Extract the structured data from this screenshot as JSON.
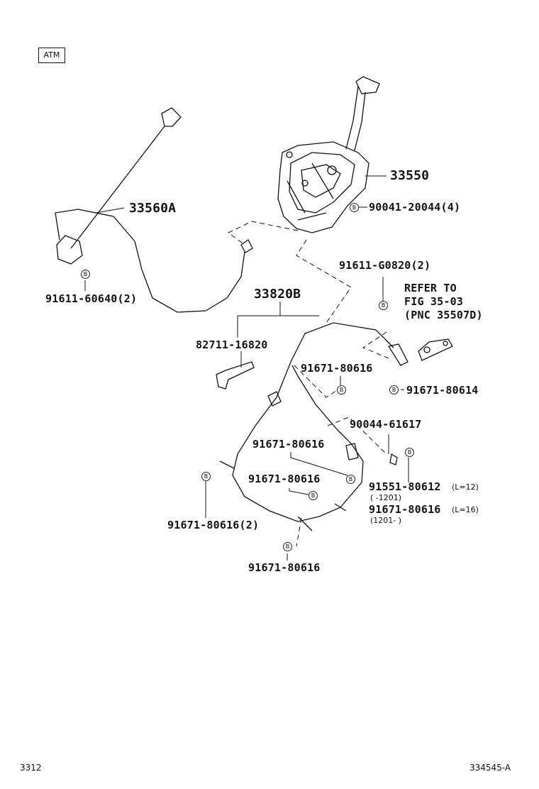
{
  "badge": "ATM",
  "parts": {
    "p33550": "33550",
    "p33560A": "33560A",
    "p33820B": "33820B",
    "p90041": "90041-20044(4)",
    "p91611_60640": "91611-60640(2)",
    "p91611_g0820": "91611-G0820(2)",
    "p82711": "82711-16820",
    "p91671_a": "91671-80616",
    "p91671_80614": "91671-80614",
    "p90044": "90044-61617",
    "p91671_b": "91671-80616",
    "p91671_c": "91671-80616",
    "p91551": "91551-80612",
    "p91551_len": "(L=12)",
    "p91551_range": "(    -1201)",
    "p91671_d": "91671-80616",
    "p91671_d_len": "(L=16)",
    "p91671_d_range": "(1201-    )",
    "p91671_e": "91671-80616(2)",
    "p91671_f": "91671-80616"
  },
  "refer": {
    "line1": "REFER TO",
    "line2": "FIG 35-03",
    "line3": "(PNC 35507D)"
  },
  "bolt_symbol": "B",
  "footer": {
    "left": "3312",
    "right": "334545-A"
  }
}
